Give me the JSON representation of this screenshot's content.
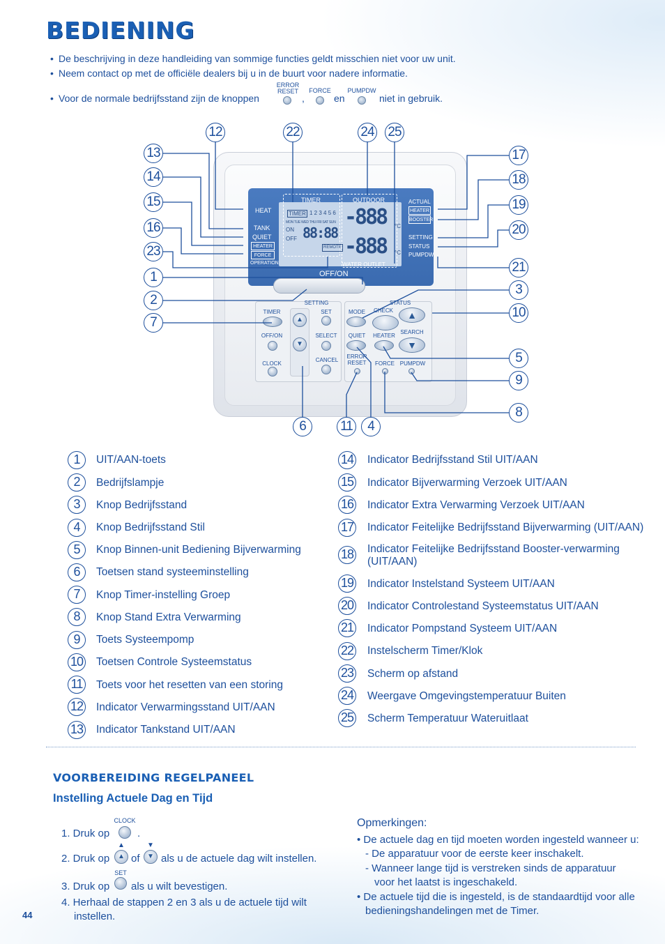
{
  "page_title": "BEDIENING",
  "intro": {
    "bullet1": "De beschrijving in deze handleiding van sommige functies geldt misschien niet voor uw unit.",
    "bullet2": "Neem contact op met de officiële dealers bij u in de buurt voor nadere informatie.",
    "bullet3_prefix": "Voor de normale bedrijfsstand zijn de knoppen",
    "bullet3_sep": ",",
    "bullet3_and": "en",
    "bullet3_suffix": "niet in gebruik.",
    "btn_error_reset": "ERROR RESET",
    "btn_force": "FORCE",
    "btn_pumpdw": "PUMPDW"
  },
  "remote": {
    "heat": "HEAT",
    "tank": "TANK",
    "quiet": "QUIET",
    "heater": "HEATER",
    "force": "FORCE",
    "operation": "OPERATION",
    "timer": "TIMER",
    "outdoor": "OUTDOOR",
    "actual": "ACTUAL",
    "heater_box": "HEATER",
    "booster_box": "BOOSTER",
    "setting_lbl": "SETTING",
    "status_lbl": "STATUS",
    "pumpdw_lbl": "PUMPDW",
    "water_outlet": "WATER OUTLET",
    "off_on": "OFF/ON",
    "timer_box": "TIMER",
    "timer_nums": "1 2 3 4 5 6",
    "days": "MON TUE WED THU FRI SAT SUN",
    "on": "ON",
    "off": "OFF",
    "remote_box": "REMOTE",
    "seg_small": "88:88",
    "seg_big1": "-888",
    "seg_big2": "-888",
    "unit": "°C",
    "panel_setting": "SETTING",
    "panel_status": "STATUS",
    "k_timer": "TIMER",
    "k_set": "SET",
    "k_mode": "MODE",
    "k_check": "CHECK",
    "k_offon": "OFF/ON",
    "k_select": "SELECT",
    "k_quiet": "QUIET",
    "k_heater": "HEATER",
    "k_search": "SEARCH",
    "k_clock": "CLOCK",
    "k_cancel": "CANCEL",
    "k_error": "ERROR",
    "k_reset": "RESET",
    "k_force": "FORCE",
    "k_pumpdw": "PUMPDW",
    "up_arrow": "▲",
    "down_arrow": "▼"
  },
  "callouts": {
    "c1": "1",
    "c2": "2",
    "c3": "3",
    "c4": "4",
    "c5": "5",
    "c6": "6",
    "c7": "7",
    "c8": "8",
    "c9": "9",
    "c10": "10",
    "c11": "11",
    "c12": "12",
    "c13": "13",
    "c14": "14",
    "c15": "15",
    "c16": "16",
    "c17": "17",
    "c18": "18",
    "c19": "19",
    "c20": "20",
    "c21": "21",
    "c22": "22",
    "c23": "23",
    "c24": "24",
    "c25": "25"
  },
  "legend_left": [
    {
      "num": "1",
      "text": "UIT/AAN-toets"
    },
    {
      "num": "2",
      "text": "Bedrijfslampje"
    },
    {
      "num": "3",
      "text": "Knop Bedrijfsstand"
    },
    {
      "num": "4",
      "text": "Knop Bedrijfsstand Stil"
    },
    {
      "num": "5",
      "text": "Knop Binnen-unit Bediening Bijverwarming"
    },
    {
      "num": "6",
      "text": "Toetsen stand systeeminstelling"
    },
    {
      "num": "7",
      "text": "Knop Timer-instelling Groep"
    },
    {
      "num": "8",
      "text": "Knop Stand Extra Verwarming"
    },
    {
      "num": "9",
      "text": "Toets Systeempomp"
    },
    {
      "num": "10",
      "text": "Toetsen Controle Systeemstatus"
    },
    {
      "num": "11",
      "text": "Toets voor het resetten van een storing"
    },
    {
      "num": "12",
      "text": "Indicator Verwarmingsstand UIT/AAN"
    },
    {
      "num": "13",
      "text": "Indicator Tankstand UIT/AAN"
    }
  ],
  "legend_right": [
    {
      "num": "14",
      "text": "Indicator Bedrijfsstand Stil UIT/AAN"
    },
    {
      "num": "15",
      "text": "Indicator Bijverwarming Verzoek UIT/AAN"
    },
    {
      "num": "16",
      "text": "Indicator Extra Verwarming Verzoek UIT/AAN"
    },
    {
      "num": "17",
      "text": "Indicator Feitelijke Bedrijfsstand Bijverwarming (UIT/AAN)"
    },
    {
      "num": "18",
      "text": "Indicator Feitelijke Bedrijfsstand Booster-verwarming",
      "text2": "(UIT/AAN)"
    },
    {
      "num": "19",
      "text": "Indicator Instelstand Systeem UIT/AAN"
    },
    {
      "num": "20",
      "text": "Indicator Controlestand Systeemstatus UIT/AAN"
    },
    {
      "num": "21",
      "text": "Indicator Pompstand Systeem UIT/AAN"
    },
    {
      "num": "22",
      "text": "Instelscherm Timer/Klok"
    },
    {
      "num": "23",
      "text": "Scherm op afstand"
    },
    {
      "num": "24",
      "text": "Weergave Omgevingstemperatuur Buiten"
    },
    {
      "num": "25",
      "text": "Scherm Temperatuur Wateruitlaat"
    }
  ],
  "prep": {
    "heading": "VOORBEREIDING REGELPANEEL",
    "subheading": "Instelling Actuele Dag en Tijd",
    "step1_a": "1. Druk op",
    "step1_b": ".",
    "step1_btn": "CLOCK",
    "step2_a": "2. Druk op",
    "step2_b": "of",
    "step2_c": "als u de actuele dag wilt instellen.",
    "step3_a": "3. Druk op",
    "step3_b": "als u wilt bevestigen.",
    "step3_btn": "SET",
    "step4_a": "4. Herhaal de stappen 2 en 3 als u de actuele tijd wilt",
    "step4_b": "instellen.",
    "notes_title": "Opmerkingen:",
    "note1": "• De actuele dag en tijd moeten worden ingesteld wanneer u:",
    "note1a": "- De apparatuur voor de eerste keer inschakelt.",
    "note1b_1": "- Wanneer lange tijd is verstreken sinds de apparatuur",
    "note1b_2": "voor het laatst is ingeschakeld.",
    "note2_1": "• De actuele tijd die is ingesteld, is de standaardtijd voor alle",
    "note2_2": "bedieningshandelingen met de Timer."
  },
  "page_number": "44"
}
